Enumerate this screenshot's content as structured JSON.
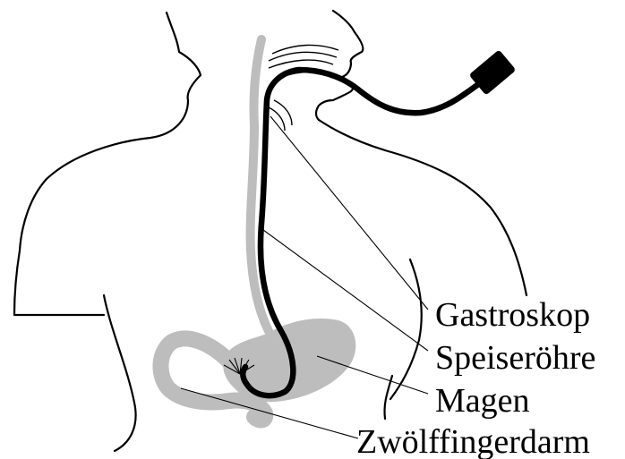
{
  "labels": {
    "gastroscope": "Gastroskop",
    "esophagus": "Speiseröhre",
    "stomach": "Magen",
    "duodenum": "Zwölffingerdarm"
  },
  "colors": {
    "outline": "#000000",
    "organ": "#bdbdbd",
    "scope": "#000000",
    "background": "#ffffff"
  }
}
